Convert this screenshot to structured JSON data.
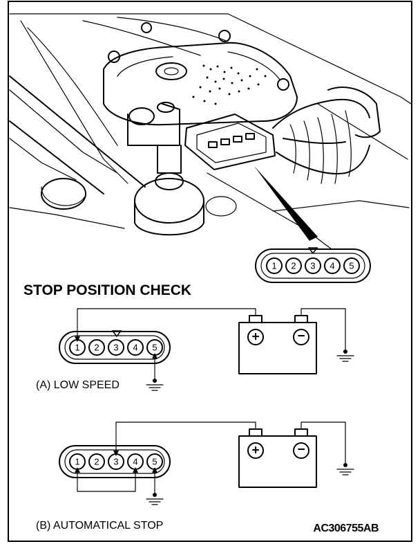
{
  "heading": "STOP POSITION CHECK",
  "connector": {
    "pins": [
      "1",
      "2",
      "3",
      "4",
      "5"
    ]
  },
  "battery": {
    "positive_symbol": "+",
    "negative_symbol": "−"
  },
  "case_a": {
    "caption": "(A) LOW SPEED"
  },
  "case_b": {
    "caption": "(B) AUTOMATICAL STOP"
  },
  "figure_code": "AC306755AB"
}
